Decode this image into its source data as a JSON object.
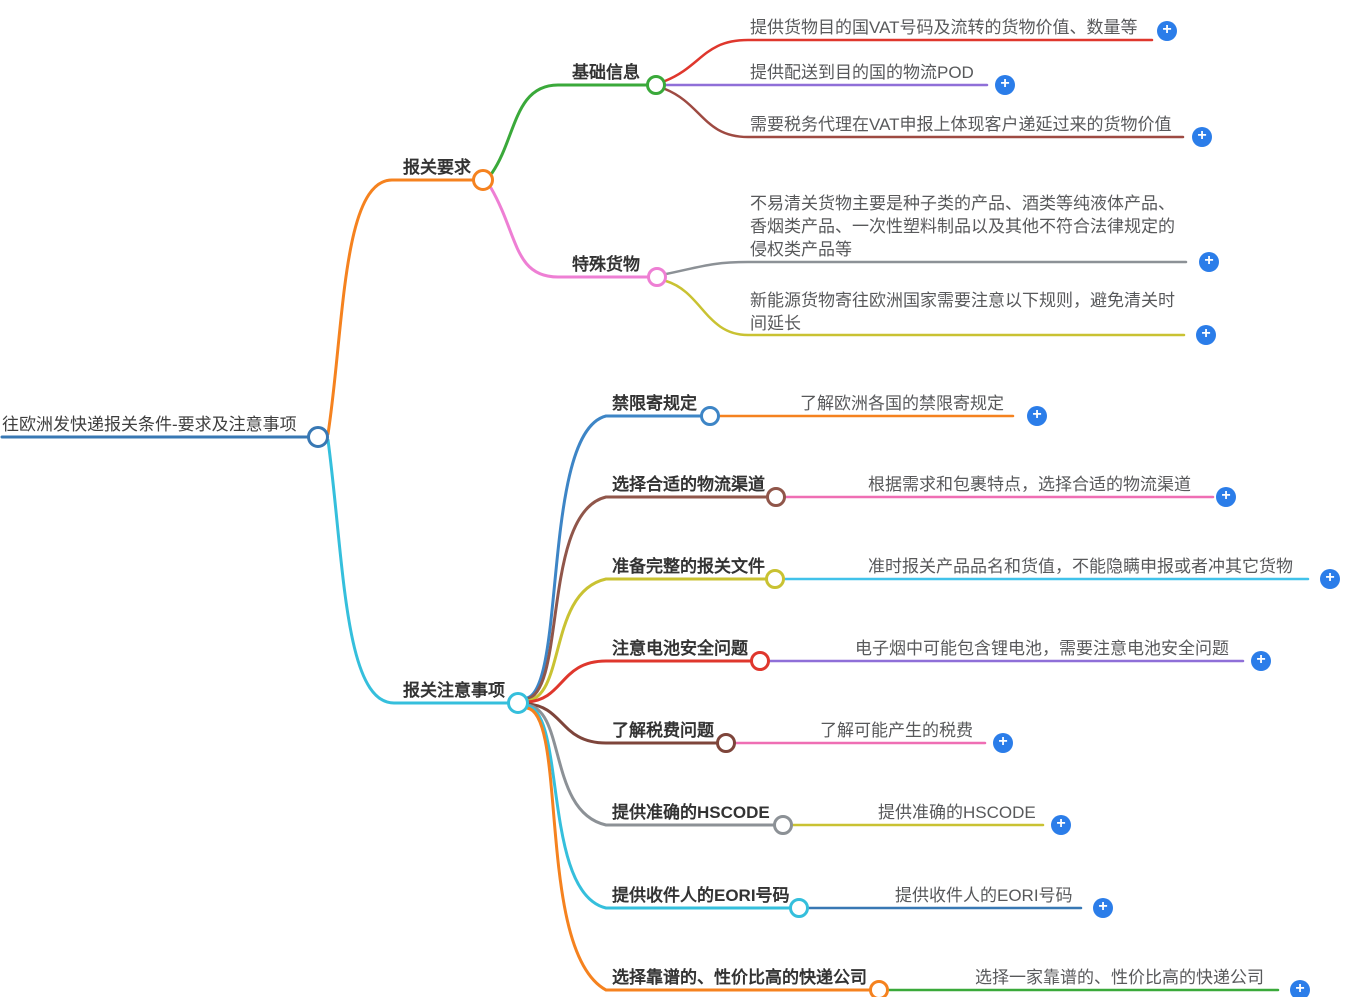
{
  "icons": {
    "plus": "+"
  },
  "colors": {
    "root_blue": "#3878b4",
    "orange": "#f5821f",
    "green": "#3aa93a",
    "magenta": "#ee7fd4",
    "red": "#df372d",
    "purple": "#8f6fd8",
    "dark_red": "#9e4a42",
    "gray": "#8c9196",
    "olive": "#c9c232",
    "cyan": "#35bfdc",
    "steel_blue": "#3d85c6",
    "brown": "#90564a",
    "maroon": "#7e453b",
    "hot_pink": "#ef6eb4",
    "light_blue": "#41c2ea",
    "plus_blue": "#2b7de9"
  },
  "root": {
    "label": "往欧洲发快递报关条件-要求及注意事项"
  },
  "requirements": {
    "label": "报关要求",
    "topics": [
      {
        "label": "基础信息",
        "leaves": [
          "提供货物目的国VAT号码及流转的货物价值、数量等",
          "提供配送到目的国的物流POD",
          "需要税务代理在VAT申报上体现客户递延过来的货物价值"
        ]
      },
      {
        "label": "特殊货物",
        "leaves": [
          "不易清关货物主要是种子类的产品、酒类等纯液体产品、香烟类产品、一次性塑料制品以及其他不符合法律规定的侵权类产品等",
          "新能源货物寄往欧洲国家需要注意以下规则，避免清关时间延长"
        ]
      }
    ]
  },
  "notes": {
    "label": "报关注意事项",
    "topics": [
      {
        "label": "禁限寄规定",
        "detail": "了解欧洲各国的禁限寄规定"
      },
      {
        "label": "选择合适的物流渠道",
        "detail": "根据需求和包裹特点，选择合适的物流渠道"
      },
      {
        "label": "准备完整的报关文件",
        "detail": "准时报关产品品名和货值，不能隐瞒申报或者冲其它货物"
      },
      {
        "label": "注意电池安全问题",
        "detail": "电子烟中可能包含锂电池，需要注意电池安全问题"
      },
      {
        "label": "了解税费问题",
        "detail": "了解可能产生的税费"
      },
      {
        "label": "提供准确的HSCODE",
        "detail": "提供准确的HSCODE"
      },
      {
        "label": "提供收件人的EORI号码",
        "detail": "提供收件人的EORI号码"
      },
      {
        "label": "选择靠谱的、性价比高的快递公司",
        "detail": "选择一家靠谱的、性价比高的快递公司"
      }
    ]
  }
}
